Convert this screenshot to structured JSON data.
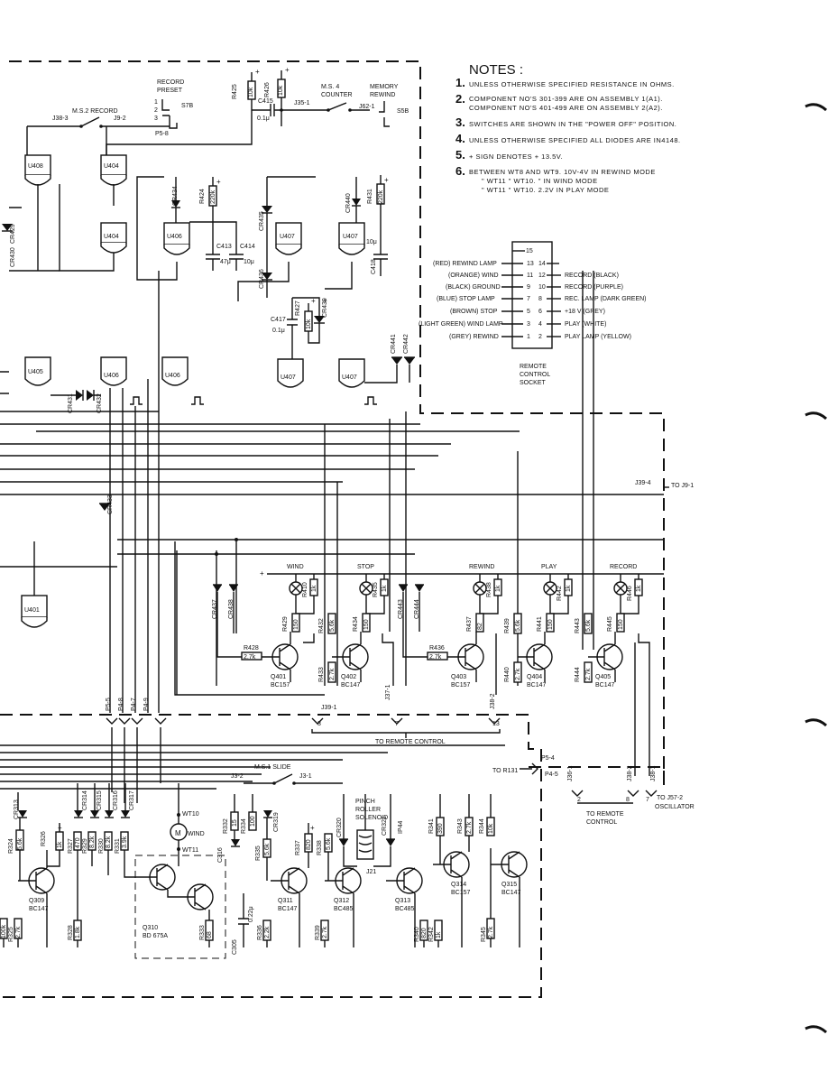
{
  "notes": {
    "title": "NOTES :",
    "items": [
      {
        "num": "1.",
        "text": "UNLESS OTHERWISE SPECIFIED RESISTANCE IN OHMS."
      },
      {
        "num": "2.",
        "text": "COMPONENT NO'S 301-399 ARE ON ASSEMBLY 1(A1).",
        "text2": "COMPONENT NO'S 401-499 ARE ON ASSEMBLY 2(A2)."
      },
      {
        "num": "3.",
        "text": "SWITCHES ARE SHOWN IN THE \"POWER OFF\" POSITION."
      },
      {
        "num": "4.",
        "text": "UNLESS OTHERWISE SPECIFIED ALL DIODES ARE IN4148."
      },
      {
        "num": "5.",
        "text": "+ SIGN DENOTES + 13.5V."
      },
      {
        "num": "6.",
        "text": "BETWEEN WT8 AND WT9. 10V-4V IN REWIND MODE",
        "text2": "\"    WT11 \" WT10.  \"   IN WIND MODE",
        "text3": "\"    WT11 \" WT10. 2.2V IN PLAY MODE"
      }
    ]
  },
  "socket": {
    "caption": [
      "REMOTE",
      "CONTROL",
      "SOCKET"
    ],
    "pins_left": [
      {
        "label": "(RED) REWIND LAMP",
        "pin": "13"
      },
      {
        "label": "(ORANGE) WIND",
        "pin": "11"
      },
      {
        "label": "(BLACK) GROUND",
        "pin": "9"
      },
      {
        "label": "(BLUE) STOP LAMP",
        "pin": "7"
      },
      {
        "label": "(BROWN) STOP",
        "pin": "5"
      },
      {
        "label": "(LIGHT GREEN) WIND LAMP",
        "pin": "3"
      },
      {
        "label": "(GREY) REWIND",
        "pin": "1"
      }
    ],
    "pins_right": [
      {
        "label": "",
        "pin": "14"
      },
      {
        "label": "RECORD (BLACK)",
        "pin": "12"
      },
      {
        "label": "RECORD (PURPLE)",
        "pin": "10"
      },
      {
        "label": "REC. LAMP (DARK GREEN)",
        "pin": "8"
      },
      {
        "label": "+18 V (GREY)",
        "pin": "6"
      },
      {
        "label": "PLAY (WHITE)",
        "pin": "4"
      },
      {
        "label": "PLAY LAMP (YELLOW)",
        "pin": "2"
      }
    ],
    "top_pin": "15"
  },
  "top": {
    "record_preset": [
      "RECORD",
      "PRESET"
    ],
    "s7b": "S7B",
    "ms2": "M.S.2 RECORD",
    "j38_3": "J38-3",
    "j9_2": "J9-2",
    "p5_8": "P5-8",
    "r425": "R425",
    "r425v": "10k",
    "r426": "R426",
    "r426v": "10k",
    "c415": "C415",
    "c415v": "0.1μ",
    "j35_1": "J35-1",
    "ms4": [
      "M.S. 4",
      "COUNTER"
    ],
    "memory": [
      "MEMORY",
      "REWIND"
    ],
    "j62_1": "J62-1",
    "s5b": "S5B",
    "sw_pins": [
      "1",
      "2",
      "3"
    ]
  },
  "ics": {
    "u408": "U408",
    "u404a": "U404",
    "u404b": "U404",
    "u406a": "U406",
    "u407a": "U407",
    "u405": "U405",
    "u406b": "U406",
    "u407b": "U407",
    "u407c": "U407",
    "u401": "U401"
  },
  "mid": {
    "cr429": "CR429",
    "cr430": "CR430",
    "cr434": "CR434",
    "r424": "R424",
    "r424v": "220k",
    "c413": "C413",
    "c413v": "47μ",
    "c414": "C414",
    "c414v": "10μ",
    "cr435": "CR435",
    "cr436": "CR436",
    "cr440": "CR440",
    "r431": "R431",
    "r431v": "220k",
    "c418": "C418",
    "c418v": "10μ",
    "c417": "C417",
    "c417v": "0.1μ",
    "r427": "R427",
    "r427v": "10k",
    "cr439": "CR439",
    "cr441": "CR441",
    "cr442": "CR442",
    "cr431": "CR431",
    "cr432": "CR432",
    "cr433": "CR433",
    "j39_4": "J39-4",
    "to_j9_1": "TO J9-1"
  },
  "drivers": {
    "bus_labels": [
      "WIND",
      "STOP",
      "REWIND",
      "PLAY",
      "RECORD"
    ],
    "cr437": "CR437",
    "cr438": "CR438",
    "cr443": "CR443",
    "cr444": "CR444",
    "r410": "R410",
    "r410v": "1k",
    "r429": "R429",
    "r429v": "150",
    "r432": "R432",
    "r432v": "5.6k",
    "r433": "R433",
    "r433v": "2.7k",
    "r435": "R435",
    "r435v": "1k",
    "r434": "R434",
    "r434v": "150",
    "r428": "R428",
    "r428v": "2.7k",
    "r436": "R436",
    "r436v": "2.7k",
    "r438": "R438",
    "r438v": "1k",
    "r437": "R437",
    "r437v": "82",
    "r439": "R439",
    "r439v": "5.6k",
    "r440": "R440",
    "r440v": "2.7k",
    "r442": "R442",
    "r442v": "1k",
    "r441": "R441",
    "r441v": "150",
    "r443": "R443",
    "r443v": "5.6k",
    "r444": "R444",
    "r444v": "2.7k",
    "r446": "R446",
    "r446v": "1k",
    "r445": "R445",
    "r445v": "150",
    "q401": [
      "Q401",
      "BC157"
    ],
    "q402": [
      "Q402",
      "BC147"
    ],
    "q403": [
      "Q403",
      "BC157"
    ],
    "q404": [
      "Q404",
      "BC147"
    ],
    "q405": [
      "Q405",
      "BC147"
    ],
    "j39_1": "J39-1",
    "j37_1": "J37-1",
    "j38_2": "J38-2",
    "conn_nums": [
      "3",
      "7",
      "13"
    ],
    "to_remote": "TO REMOTE CONTROL"
  },
  "pconn": {
    "p5_5": "P5-5",
    "p4_8": "P4-8",
    "p4_7": "P4-7",
    "p4_9": "P4-9"
  },
  "bottom": {
    "ms1": "M.S.1  SLIDE",
    "j3_2": "J3-2",
    "j3_1": "J3-1",
    "p5_4": "P5-4",
    "p4_5": "P4-5",
    "to_r131": "TO R131",
    "j36_1": "J36-1",
    "j38_2": "J38-2",
    "j38_1": "J38-1",
    "to_j57": "TO J57-2",
    "osc": "OSCILLATOR",
    "to_remote": [
      "TO REMOTE",
      "CONTROL"
    ],
    "nums": [
      "2",
      "8",
      "7"
    ],
    "wt10": "WT10",
    "wt11": "WT11",
    "motor": "M",
    "wind": "WIND",
    "pinch": [
      "PINCH",
      "ROLLER",
      "SOLENOID"
    ],
    "j21": "J21",
    "q309": [
      "Q309",
      "BC147"
    ],
    "q310": [
      "Q310",
      "BD 675A"
    ],
    "q311": [
      "Q311",
      "BC147"
    ],
    "q312": [
      "Q312",
      "BC485"
    ],
    "q313": [
      "Q313",
      "BC485"
    ],
    "q314": [
      "Q314",
      "BC157"
    ],
    "q315": [
      "Q315",
      "BC147"
    ],
    "cr313": "CR313",
    "cr314": "CR314",
    "cr315": "CR315",
    "cr316": "CR316",
    "cr317": "CR317",
    "cr318": "CR318",
    "cr319": "CR319",
    "cr320": "CR320",
    "cr321": "CR321",
    "cr312": "CR312",
    "r324": "R324",
    "r324v": "5.6k",
    "r326": "R326",
    "r326v": "1k",
    "r327": "R327",
    "r327v": "470",
    "r329": "R329",
    "r329v": "8.2k",
    "r330": "R330",
    "r330v": "8.2k",
    "r331": "R331",
    "r331v": "8.2k",
    "r332": "R332",
    "r332v": "15",
    "r334": "R334",
    "r334v": "100",
    "r335": "R335",
    "r335v": "5.6k",
    "r336": "R336",
    "r336v": "2.2k",
    "r337": "R337",
    "r337v": "820",
    "r338": "R338",
    "r338v": "5.6k",
    "r339": "R339",
    "r339v": "2.7k",
    "r341": "R341",
    "r341v": "390",
    "r343": "R343",
    "r343v": "2.7k",
    "r344": "R344",
    "r344v": "10k",
    "r345": "R345",
    "r345v": "2.7k",
    "r340": "R340",
    "r340v": "820",
    "r342": "R342",
    "r342v": "1k",
    "r328": "R328",
    "r328v": "1.8k",
    "r333": "R333",
    "r333v": "68",
    "r325": "R325",
    "r325v": "2.7k",
    "r323v": "100k",
    "c305": "C305",
    "c305v": "0.22μ",
    "r333b": "R333",
    "c316": "C316",
    "ip44": "IP44",
    "r312v": "3.9k"
  }
}
